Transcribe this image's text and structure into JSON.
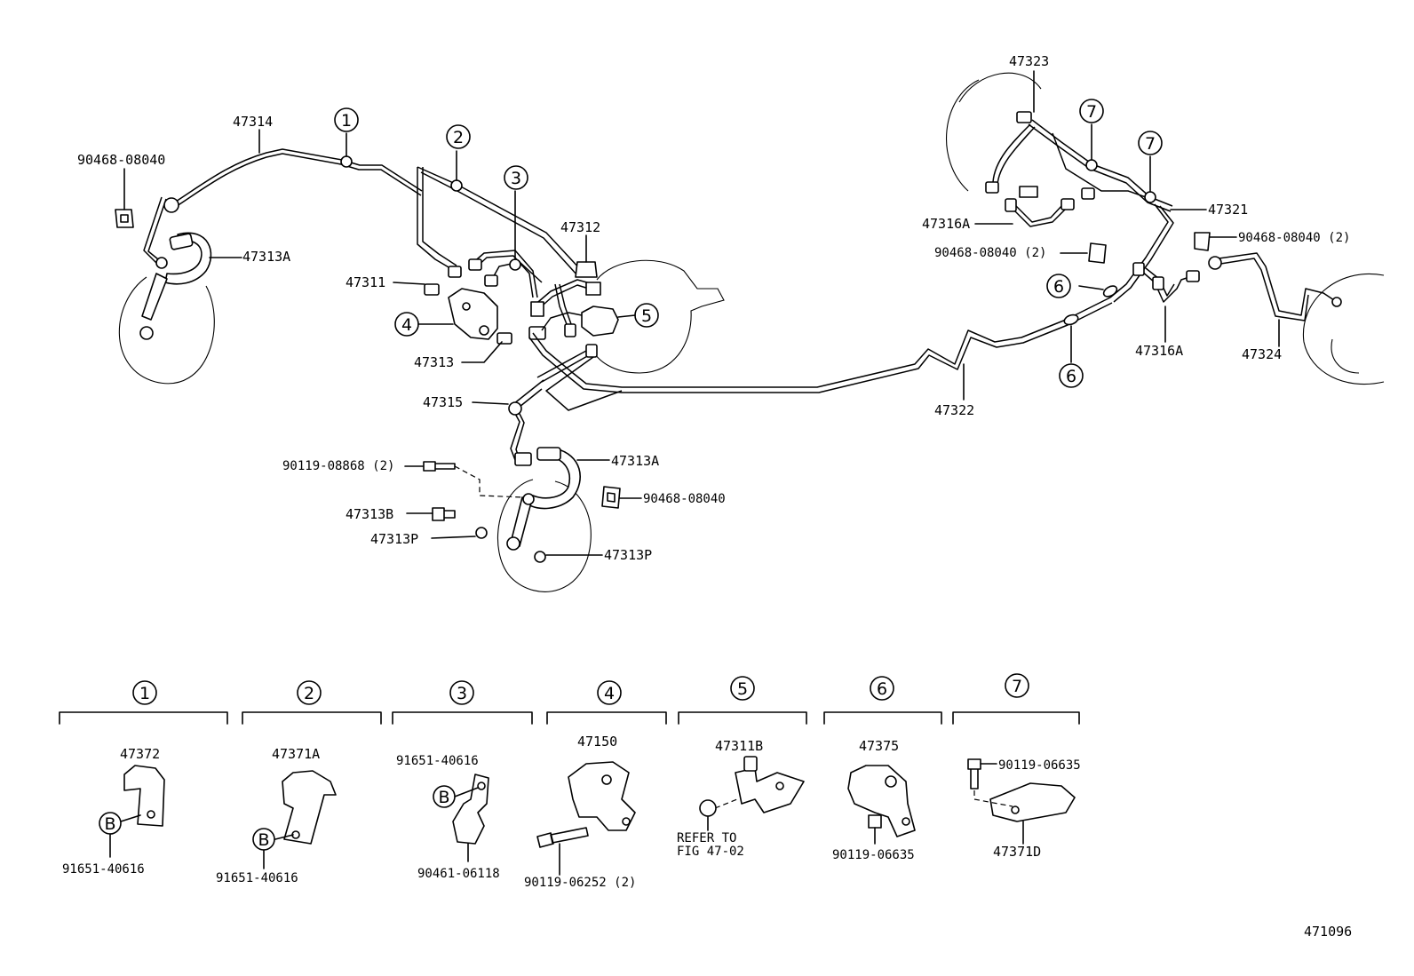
{
  "labels": {
    "p47314": "47314",
    "p90468_tl": "90468-08040",
    "p47313A_l": "47313A",
    "p47311": "47311",
    "p47312": "47312",
    "p47313": "47313",
    "p47315": "47315",
    "p47313A_c": "47313A",
    "p90119_08868": "90119-08868 (2)",
    "p90468_c": "90468-08040",
    "p47313B": "47313B",
    "p47313P_l": "47313P",
    "p47313P_r": "47313P",
    "p47323": "47323",
    "p47321": "47321",
    "p47316A_l": "47316A",
    "p90468_r2": "90468-08040 (2)",
    "p90468_fr2": "90468-08040 (2)",
    "p47316A_r": "47316A",
    "p47324": "47324",
    "p47322": "47322"
  },
  "callouts": {
    "c1": "1",
    "c2": "2",
    "c3": "3",
    "c4": "4",
    "c5": "5",
    "c6a": "6",
    "c6b": "6",
    "c7a": "7",
    "c7b": "7"
  },
  "details": [
    {
      "num": "1",
      "labels": [
        "47372",
        "91651-40616"
      ],
      "marker": "B"
    },
    {
      "num": "2",
      "labels": [
        "47371A",
        "91651-40616"
      ],
      "marker": "B"
    },
    {
      "num": "3",
      "labels": [
        "91651-40616",
        "90461-06118"
      ],
      "marker": "B"
    },
    {
      "num": "4",
      "labels": [
        "47150",
        "90119-06252 (2)"
      ]
    },
    {
      "num": "5",
      "labels": [
        "47311B",
        "REFER TO",
        "FIG 47-02"
      ]
    },
    {
      "num": "6",
      "labels": [
        "47375",
        "90119-06635"
      ]
    },
    {
      "num": "7",
      "labels": [
        "90119-06635",
        "47371D"
      ]
    }
  ],
  "figure_number": "471096"
}
